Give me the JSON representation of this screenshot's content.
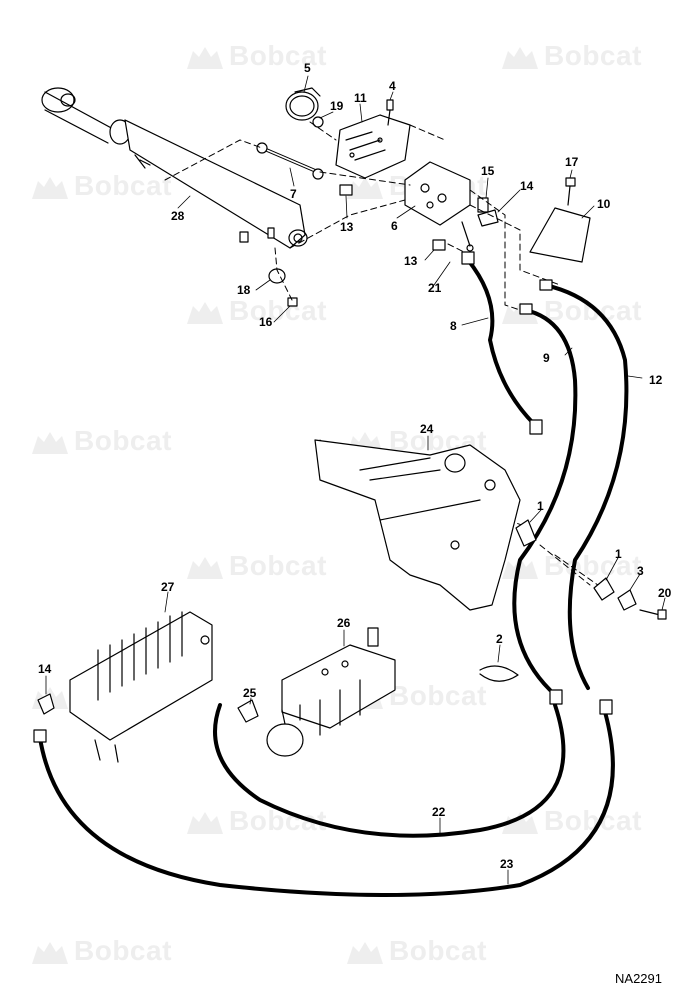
{
  "watermark": {
    "text": "Bobcat",
    "color": "#eeeeee"
  },
  "diagram": {
    "code": "NA2291",
    "callouts": [
      {
        "id": "c5",
        "text": "5"
      },
      {
        "id": "c4",
        "text": "4"
      },
      {
        "id": "c19",
        "text": "19"
      },
      {
        "id": "c11",
        "text": "11"
      },
      {
        "id": "c7",
        "text": "7"
      },
      {
        "id": "c13a",
        "text": "13"
      },
      {
        "id": "c28",
        "text": "28"
      },
      {
        "id": "c6",
        "text": "6"
      },
      {
        "id": "c15",
        "text": "15"
      },
      {
        "id": "c14a",
        "text": "14"
      },
      {
        "id": "c17",
        "text": "17"
      },
      {
        "id": "c10",
        "text": "10"
      },
      {
        "id": "c13b",
        "text": "13"
      },
      {
        "id": "c21",
        "text": "21"
      },
      {
        "id": "c18",
        "text": "18"
      },
      {
        "id": "c16",
        "text": "16"
      },
      {
        "id": "c8",
        "text": "8"
      },
      {
        "id": "c9",
        "text": "9"
      },
      {
        "id": "c12",
        "text": "12"
      },
      {
        "id": "c24",
        "text": "24"
      },
      {
        "id": "c1a",
        "text": "1"
      },
      {
        "id": "c1b",
        "text": "1"
      },
      {
        "id": "c3",
        "text": "3"
      },
      {
        "id": "c20",
        "text": "20"
      },
      {
        "id": "c27",
        "text": "27"
      },
      {
        "id": "c26",
        "text": "26"
      },
      {
        "id": "c2",
        "text": "2"
      },
      {
        "id": "c14b",
        "text": "14"
      },
      {
        "id": "c25",
        "text": "25"
      },
      {
        "id": "c22",
        "text": "22"
      },
      {
        "id": "c23",
        "text": "23"
      }
    ]
  }
}
